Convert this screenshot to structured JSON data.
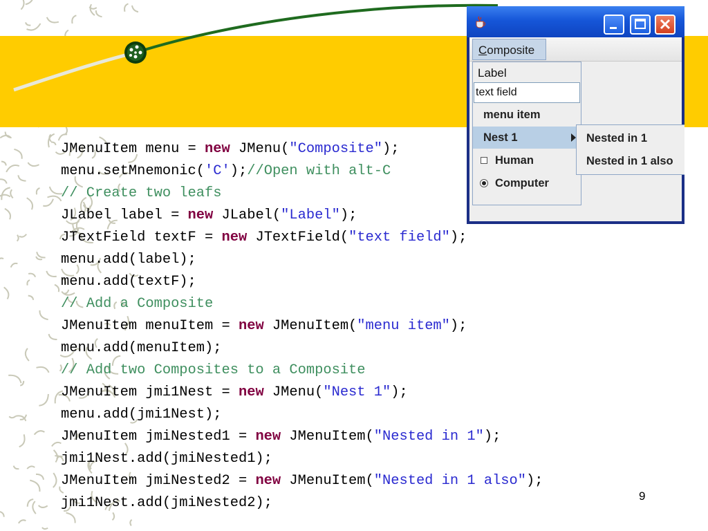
{
  "code_lines": [
    [
      {
        "t": "JMenuItem menu = ",
        "c": "plain"
      },
      {
        "t": "new",
        "c": "kw"
      },
      {
        "t": " JMenu(",
        "c": "plain"
      },
      {
        "t": "\"Composite\"",
        "c": "str"
      },
      {
        "t": ");",
        "c": "plain"
      }
    ],
    [
      {
        "t": "menu.setMnemonic(",
        "c": "plain"
      },
      {
        "t": "'C'",
        "c": "str"
      },
      {
        "t": ");",
        "c": "plain"
      },
      {
        "t": "//Open with alt-C",
        "c": "com"
      }
    ],
    [
      {
        "t": "// Create two leafs",
        "c": "com"
      }
    ],
    [
      {
        "t": "JLabel label = ",
        "c": "plain"
      },
      {
        "t": "new",
        "c": "kw"
      },
      {
        "t": " JLabel(",
        "c": "plain"
      },
      {
        "t": "\"Label\"",
        "c": "str"
      },
      {
        "t": ");",
        "c": "plain"
      }
    ],
    [
      {
        "t": "JTextField textF = ",
        "c": "plain"
      },
      {
        "t": "new",
        "c": "kw"
      },
      {
        "t": " JTextField(",
        "c": "plain"
      },
      {
        "t": "\"text field\"",
        "c": "str"
      },
      {
        "t": ");",
        "c": "plain"
      }
    ],
    [
      {
        "t": "menu.add(label);",
        "c": "plain"
      }
    ],
    [
      {
        "t": "menu.add(textF);",
        "c": "plain"
      }
    ],
    [
      {
        "t": "// Add a Composite",
        "c": "com"
      }
    ],
    [
      {
        "t": "JMenuItem menuItem = ",
        "c": "plain"
      },
      {
        "t": "new",
        "c": "kw"
      },
      {
        "t": " JMenuItem(",
        "c": "plain"
      },
      {
        "t": "\"menu item\"",
        "c": "str"
      },
      {
        "t": ");",
        "c": "plain"
      }
    ],
    [
      {
        "t": "menu.add(menuItem);",
        "c": "plain"
      }
    ],
    [
      {
        "t": "// Add two Composites to a Composite",
        "c": "com"
      }
    ],
    [
      {
        "t": "JMenuItem jmi1Nest = ",
        "c": "plain"
      },
      {
        "t": "new",
        "c": "kw"
      },
      {
        "t": " JMenu(",
        "c": "plain"
      },
      {
        "t": "\"Nest 1\"",
        "c": "str"
      },
      {
        "t": ");",
        "c": "plain"
      }
    ],
    [
      {
        "t": "menu.add(jmi1Nest);",
        "c": "plain"
      }
    ],
    [
      {
        "t": "JMenuItem jmiNested1 = ",
        "c": "plain"
      },
      {
        "t": "new",
        "c": "kw"
      },
      {
        "t": " JMenuItem(",
        "c": "plain"
      },
      {
        "t": "\"Nested in 1\"",
        "c": "str"
      },
      {
        "t": ");",
        "c": "plain"
      }
    ],
    [
      {
        "t": "jmi1Nest.add(jmiNested1);",
        "c": "plain"
      }
    ],
    [
      {
        "t": "JMenuItem jmiNested2 = ",
        "c": "plain"
      },
      {
        "t": "new",
        "c": "kw"
      },
      {
        "t": " JMenuItem(",
        "c": "plain"
      },
      {
        "t": "\"Nested in 1 also\"",
        "c": "str"
      },
      {
        "t": ");",
        "c": "plain"
      }
    ],
    [
      {
        "t": "jmi1Nest.add(jmiNested2);",
        "c": "plain"
      }
    ]
  ],
  "slide": {
    "page_number": "9"
  },
  "window": {
    "menubar_label": "Composite",
    "popup": {
      "label": "Label",
      "text_field_value": "text field",
      "menu_item": "menu item",
      "nest": "Nest 1",
      "human": "Human",
      "computer": "Computer"
    },
    "submenu": [
      "Nested in 1",
      "Nested in 1 also"
    ]
  },
  "colors": {
    "banner": "#ffcc00",
    "keyword": "#800040",
    "string": "#2a2ad0",
    "comment": "#3f8f5f",
    "titlebar": "#1656d8"
  },
  "icons": [
    "java-cup-icon",
    "minimize-icon",
    "maximize-icon",
    "close-icon"
  ]
}
